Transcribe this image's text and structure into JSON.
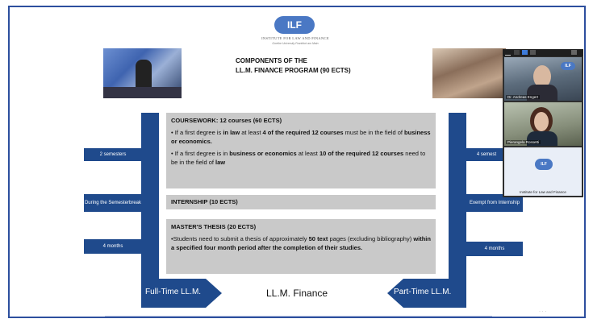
{
  "header": {
    "logo_text": "ILF",
    "institute_name": "INSTITUTE FOR LAW AND FINANCE",
    "institute_sub": "Goethe University Frankfurt am Main"
  },
  "slide": {
    "title_line1": "COMPONENTS OF THE",
    "title_line2": "LL.M. FINANCE PROGRAM (90 ECTS)",
    "coursework": {
      "heading": "COURSEWORK: 12 courses (60 ECTS)",
      "b1_a": "• If a first degree is ",
      "b1_b": "in law",
      "b1_c": " at least ",
      "b1_d": "4 of the required 12 courses",
      "b1_e": " must be in the field of ",
      "b1_f": "business or economics.",
      "b2_a": "• If a first degree is in ",
      "b2_b": "business or economics",
      "b2_c": " at least ",
      "b2_d": "10 of the required 12 courses",
      "b2_e": " need to be in the field of ",
      "b2_f": "law"
    },
    "internship": {
      "heading": "INTERNSHIP (10 ECTS)"
    },
    "thesis": {
      "heading": "MASTER'S THESIS (20 ECTS)",
      "t_a": "•Students need to submit a thesis of approximately ",
      "t_b": "50 text",
      "t_c": " pages (excluding bibliography) ",
      "t_d": "within a specified four month period after the completion of their studies."
    },
    "left_tags": [
      "2 semesters",
      "During the Semesterbreak",
      "4 months"
    ],
    "right_tags": [
      "4 semest",
      "Exempt from Internship",
      "4 months"
    ],
    "full_time_label": "Full-Time LL.M.",
    "part_time_label": "Part-Time LL.M.",
    "center_label": "LL.M. Finance"
  },
  "video_panel": {
    "participant1_name": "Dr. Andreas Engert",
    "participant2_name": "Pierangela Rossetti",
    "participant3_name": "Institute for Law and Finance",
    "participant3_logo": "ILF"
  },
  "colors": {
    "accent": "#1f4a8c",
    "box_gray": "#c9c9c9",
    "frame": "#2d4f9e"
  }
}
